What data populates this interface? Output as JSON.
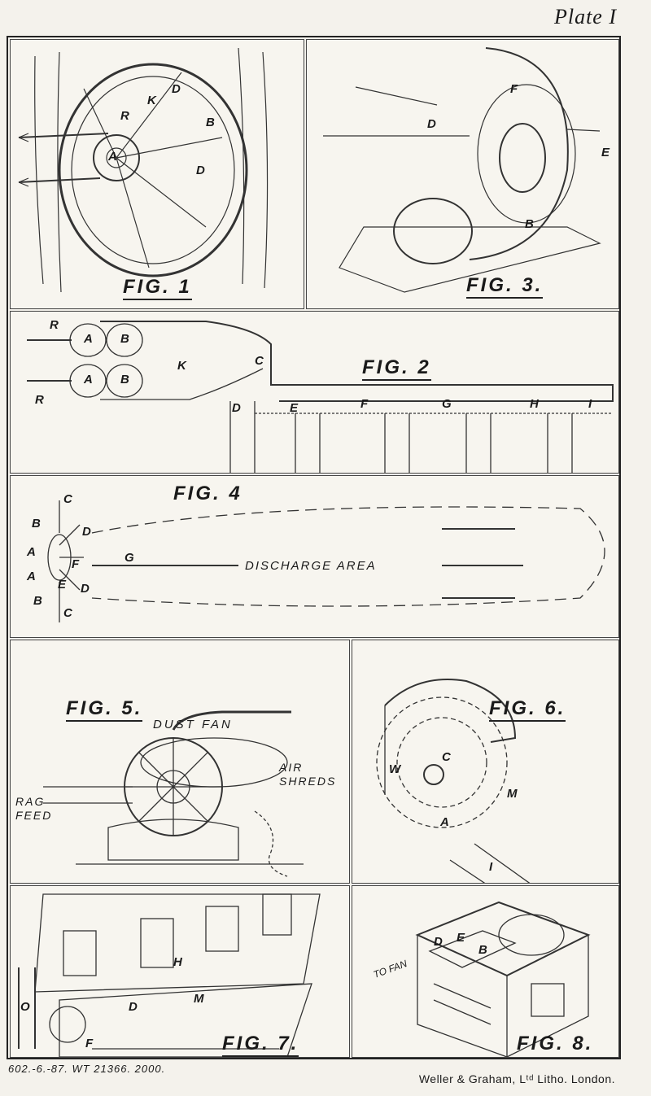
{
  "plate_title": "Plate I",
  "figures": {
    "fig1": {
      "label": "FIG. 1",
      "letters": [
        "D",
        "K",
        "B",
        "R",
        "A",
        "D"
      ]
    },
    "fig3": {
      "label": "FIG. 3.",
      "letters": [
        "F",
        "D",
        "E",
        "B"
      ]
    },
    "fig2": {
      "label": "FIG. 2",
      "letters": [
        "R",
        "A",
        "B",
        "C",
        "K",
        "A",
        "B",
        "R",
        "D",
        "E",
        "F",
        "G",
        "H",
        "I"
      ]
    },
    "fig4": {
      "label": "FIG. 4",
      "discharge_text": "DISCHARGE AREA",
      "letters": [
        "C",
        "B",
        "D",
        "A",
        "F",
        "G",
        "A",
        "E",
        "D",
        "B",
        "C"
      ]
    },
    "fig5": {
      "label": "FIG. 5.",
      "title": "DUST FAN",
      "air_shreds": [
        "AIR",
        "SHREDS"
      ],
      "rag_feed": [
        "RAG",
        "FEED"
      ]
    },
    "fig6": {
      "label": "FIG. 6.",
      "letters": [
        "C",
        "W",
        "A",
        "M",
        "I"
      ]
    },
    "fig7": {
      "label": "FIG. 7.",
      "letters": [
        "D",
        "M",
        "H",
        "F",
        "O"
      ]
    },
    "fig8": {
      "label": "FIG. 8.",
      "to_fan": "TO FAN",
      "letters": [
        "D",
        "E",
        "B"
      ]
    }
  },
  "footer": {
    "left": "602.-6.-87. WT 21366. 2000.",
    "right": "Weller & Graham, Lᵗᵈ Litho. London."
  }
}
